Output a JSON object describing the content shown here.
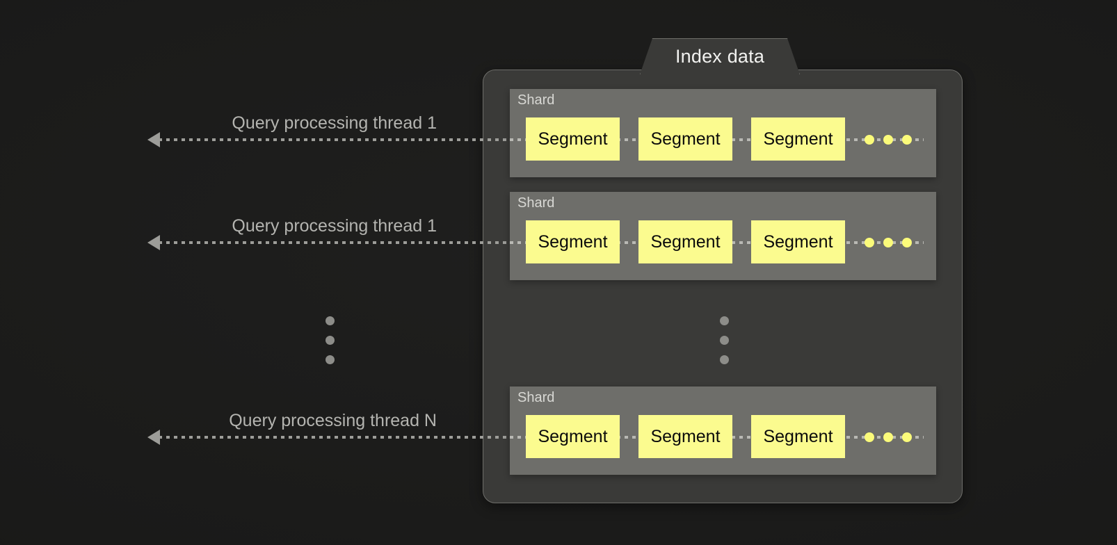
{
  "diagram": {
    "title": "Index data",
    "background_color": "#1a1a19",
    "panel_color": "#3a3a38",
    "shard_color": "#6e6e6a",
    "segment_color": "#fbfb8f",
    "accent_dot_color": "#fbfb7a",
    "line_color": "#9d9d99"
  },
  "threads": [
    {
      "label": "Query processing thread 1"
    },
    {
      "label": "Query processing thread 1"
    },
    {
      "label": "Query processing thread N"
    }
  ],
  "shards": [
    {
      "label": "Shard",
      "segments": [
        "Segment",
        "Segment",
        "Segment"
      ],
      "ellipsis_dots": 3
    },
    {
      "label": "Shard",
      "segments": [
        "Segment",
        "Segment",
        "Segment"
      ],
      "ellipsis_dots": 3
    },
    {
      "label": "Shard",
      "segments": [
        "Segment",
        "Segment",
        "Segment"
      ],
      "ellipsis_dots": 3
    }
  ],
  "ellipsis": {
    "left_vertical_dots": 3,
    "panel_vertical_dots": 3
  }
}
